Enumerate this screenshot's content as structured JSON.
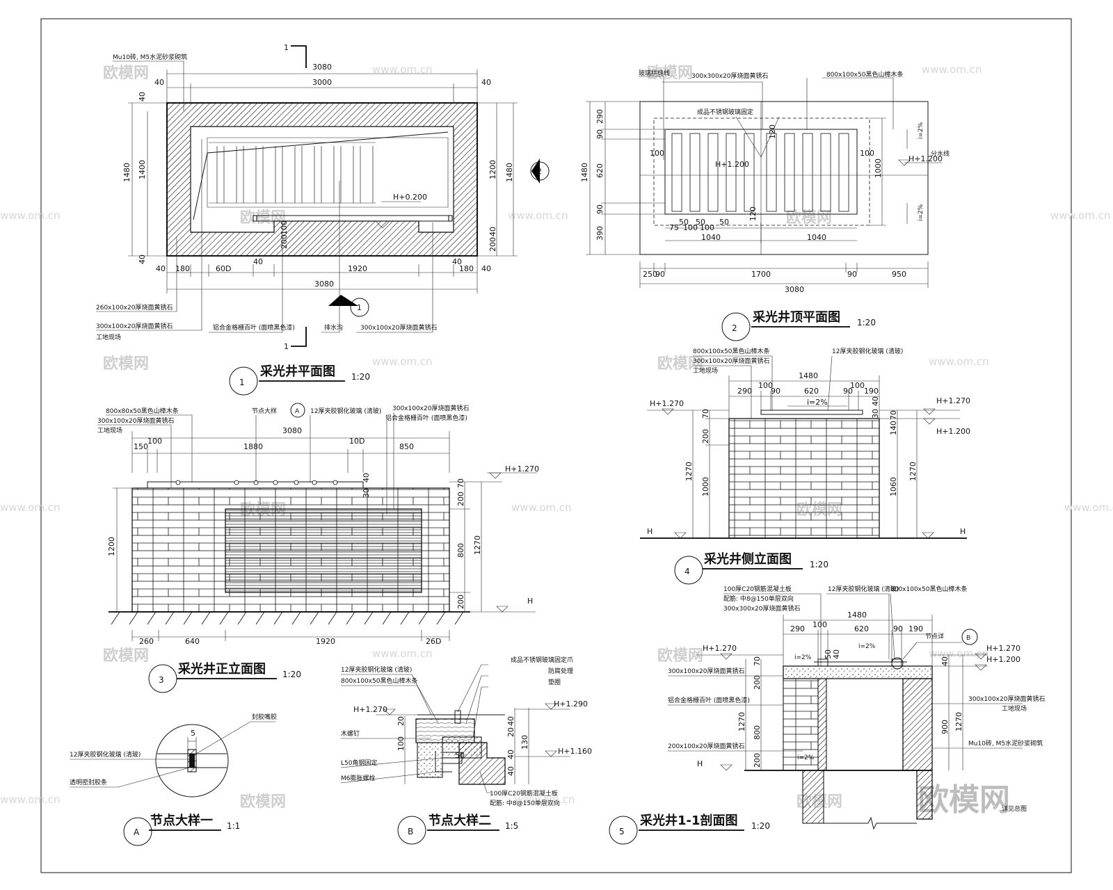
{
  "drawings": {
    "plan": {
      "number": "1",
      "title": "采光井平面图",
      "scale": "1:20",
      "dims": {
        "overall_top": "3080",
        "inner_top": "3000",
        "side_a": "40",
        "side_b": "40",
        "h_1480": "1480",
        "h_1400": "1400",
        "h_1200": "1200",
        "h_1480r": "1480",
        "h_40r": "40",
        "h_200r": "200",
        "h_200": "200",
        "h_100": "100",
        "h_40b": "40",
        "b_40": "40",
        "b_180": "180",
        "b_600": "60D",
        "b_40c": "40",
        "b_1920": "1920",
        "b_40d": "40",
        "b_180r": "180",
        "b_40r": "40",
        "b_3080": "3080"
      },
      "level": "H+0.200",
      "section_mark": "1",
      "notes": {
        "top": "Mu10砖, M5水泥砂浆砌筑",
        "n1": "260x100x20厚烧面黄锈石",
        "n2": "300x100x20厚烧面黄锈石",
        "n3": "工地现场",
        "n4": "铝合金格栅百叶 (面喷黑色漆)",
        "n5": "排水沟",
        "n6": "300x100x20厚烧面黄锈石"
      },
      "marker_view": "2",
      "marker_sec": "1"
    },
    "roof": {
      "number": "2",
      "title": "采光井顶平面图",
      "scale": "1:20",
      "notes": {
        "n1": "玻璃拼缝线",
        "n2": "300x300x20厚烧面黄锈石",
        "n3": "800x100x50黑色山樟木条",
        "n4": "成品不锈钢玻璃固定",
        "n5": "分水线"
      },
      "dims": {
        "v290": "290",
        "v90": "90",
        "v620": "620",
        "v90b": "90",
        "v390": "390",
        "v1480": "1480",
        "v1000": "1000",
        "h100l": "100",
        "h100r": "100",
        "b50a": "50",
        "b50b": "50",
        "b75": "75",
        "b100a": "100",
        "b100b": "100",
        "b50c": "50",
        "b1040a": "1040",
        "b1040b": "1040",
        "b120a": "120",
        "b120b": "120",
        "r250": "250",
        "r90": "90",
        "r1700": "1700",
        "r90b": "90",
        "r950": "950",
        "r3080": "3080"
      },
      "levels": {
        "l1": "H+1.200",
        "l2": "H+1.200"
      },
      "slope1": "i=2%",
      "slope2": "i=2%"
    },
    "front": {
      "number": "3",
      "title": "采光井正立面图",
      "scale": "1:20",
      "notes": {
        "n1": "800x80x50黑色山樟木条",
        "n2": "300x100x20厚烧面黄锈石",
        "n3": "工地现场",
        "n4": "节点大样",
        "n5": "12厚夹胶钢化玻璃 (清玻)",
        "n6": "300x100x20厚烧面黄锈石",
        "n7": "铝合金格栅百叶 (面喷黑色漆)"
      },
      "detail_ref": "A",
      "dims": {
        "w3080": "3080",
        "w150": "150",
        "w100": "100",
        "w1880": "1880",
        "w100b": "10D",
        "w850": "850",
        "h40": "40",
        "h30": "30",
        "v70": "70",
        "v200": "200",
        "v800": "800",
        "v200b": "200",
        "v1270": "1270",
        "v1200": "1200",
        "b260": "260",
        "b640": "640",
        "b1920": "1920",
        "b260r": "26D"
      },
      "levels": {
        "top": "H+1.270",
        "base": "H"
      }
    },
    "side": {
      "number": "4",
      "title": "采光井侧立面图",
      "scale": "1:20",
      "notes": {
        "n1": "800x100x50黑色山樟木条",
        "n2": "300x100x20厚烧面黄锈石",
        "n3": "工地现场",
        "n4": "12厚夹胶钢化玻璃 (清玻)"
      },
      "dims": {
        "w1480": "1480",
        "w290": "290",
        "w100": "100",
        "w90": "90",
        "w620": "620",
        "w90b": "90",
        "w100b": "100",
        "w190": "190",
        "slope": "i=2%",
        "l70": "70",
        "l200": "200",
        "l1000": "1000",
        "l1270": "1270",
        "r30": "30",
        "r40": "40",
        "r70": "70",
        "r140": "140",
        "r1060": "1060",
        "r1270": "1270"
      },
      "levels": {
        "tl": "H+1.270",
        "tr": "H+1.270",
        "tr2": "H+1.200",
        "bl": "H",
        "br": "H"
      }
    },
    "section": {
      "number": "5",
      "title": "采光井1-1剖面图",
      "scale": "1:20",
      "notes": {
        "n1": "100厚C20钢筋混凝土板",
        "n2": "配筋: 中8@150单层双向",
        "n3": "300x300x20厚烧面黄锈石",
        "n4": "12厚夹胶钢化玻璃 (清玻)",
        "n5": "800x100x50黑色山樟木条",
        "n6": "300x100x20厚烧面黄锈石",
        "n7": "铝合金格栅百叶 (面喷黑色漆)",
        "n8": "200x100x20厚烧面黄锈石",
        "n9": "300x100x20厚烧面黄锈石",
        "n10": "工地现场",
        "n11": "Mu10砖, M5水泥砂浆砌筑",
        "n12": "节点详",
        "n13": "详见总图"
      },
      "detail_ref": "B",
      "dims": {
        "w1480": "1480",
        "w290": "290",
        "w100": "100",
        "w620": "620",
        "w90": "90",
        "w190": "190",
        "s1": "i=2%",
        "s2": "i=2%",
        "s3": "i=2%",
        "l70": "70",
        "l200": "200",
        "l800": "800",
        "l200b": "200",
        "l1270": "1270",
        "r40": "40",
        "r900": "900",
        "r1270": "1270",
        "c50": "50",
        "c40": "40"
      },
      "levels": {
        "l1": "H+1.270",
        "r1": "H+1.270",
        "r2": "H+1.200",
        "base": "H"
      }
    },
    "detailA": {
      "letter": "A",
      "title": "节点大样一",
      "scale": "1:1",
      "notes": {
        "n1": "封胶嘴胶",
        "n2": "12厚夹胶钢化玻璃 (清玻)",
        "n3": "透明密封胶条"
      },
      "dim": "5"
    },
    "detailB": {
      "letter": "B",
      "title": "节点大样二",
      "scale": "1:5",
      "notes": {
        "n1": "12厚夹胶钢化玻璃 (清玻)",
        "n2": "800x100x50黑色山樟木条",
        "n3": "成品不锈钢玻璃固定爪",
        "n4": "防腐处理",
        "n5": "垫圈",
        "n6": "木螺钉",
        "n7": "L50角钢固定",
        "n8": "M6膨胀螺栓",
        "n9": "100厚C20钢筋混凝土板",
        "n10": "配筋: 中8@150单层双向"
      },
      "dims": {
        "d20": "20",
        "d100": "100",
        "d40": "40",
        "d20b": "20",
        "d40b": "40",
        "d130": "130",
        "d40c": "40",
        "d50": "50"
      },
      "levels": {
        "l1": "H+1.270",
        "l2": "H+1.290",
        "l3": "H+1.160"
      }
    }
  },
  "watermarks": {
    "cn": "欧模网",
    "url": "www.om.cn",
    "big": "欧模网"
  }
}
